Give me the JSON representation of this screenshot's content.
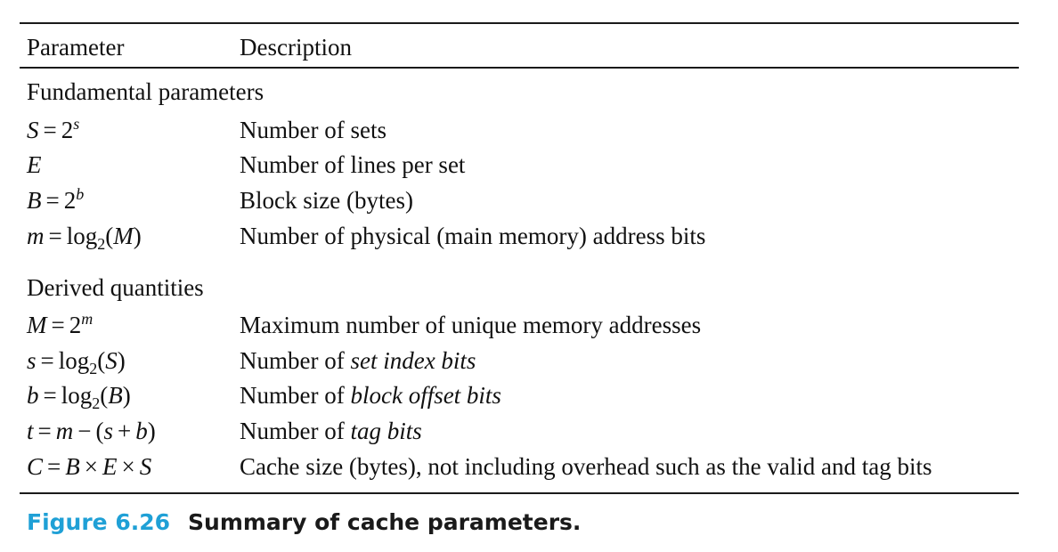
{
  "header": {
    "parameter": "Parameter",
    "description": "Description"
  },
  "fundamental": {
    "title": "Fundamental parameters",
    "rows": [
      {
        "sym": "S",
        "eq": "=",
        "base": "2",
        "exp": "s",
        "desc": "Number of sets"
      },
      {
        "sym": "E",
        "desc": "Number of lines per set"
      },
      {
        "sym": "B",
        "eq": "=",
        "base": "2",
        "exp": "b",
        "desc": "Block size (bytes)"
      },
      {
        "sym": "m",
        "eq": "=",
        "fn": "log",
        "sub": "2",
        "open": "(",
        "arg": "M",
        "close": ")",
        "desc": "Number of physical (main memory) address bits"
      }
    ]
  },
  "derived": {
    "title": "Derived quantities",
    "rows": [
      {
        "sym": "M",
        "eq": "=",
        "base": "2",
        "exp": "m",
        "desc": "Maximum number of unique memory addresses"
      },
      {
        "sym": "s",
        "eq": "=",
        "fn": "log",
        "sub": "2",
        "open": "(",
        "arg": "S",
        "close": ")",
        "desc_prefix": "Number of",
        "desc_em": "set index bits"
      },
      {
        "sym": "b",
        "eq": "=",
        "fn": "log",
        "sub": "2",
        "open": "(",
        "arg": "B",
        "close": ")",
        "desc_prefix": "Number of",
        "desc_em": "block offset bits"
      },
      {
        "sym": "t",
        "eq": "=",
        "m": "m",
        "minus": "−",
        "open": "(",
        "s": "s",
        "plus": "+",
        "b": "b",
        "close": ")",
        "desc_prefix": "Number of",
        "desc_em": "tag bits"
      },
      {
        "sym": "C",
        "eq": "=",
        "f1": "B",
        "times1": "×",
        "f2": "E",
        "times2": "×",
        "f3": "S",
        "desc": "Cache size (bytes), not including overhead such as the valid and tag bits"
      }
    ]
  },
  "caption": {
    "number": "Figure 6.26",
    "text": "Summary of cache parameters."
  }
}
